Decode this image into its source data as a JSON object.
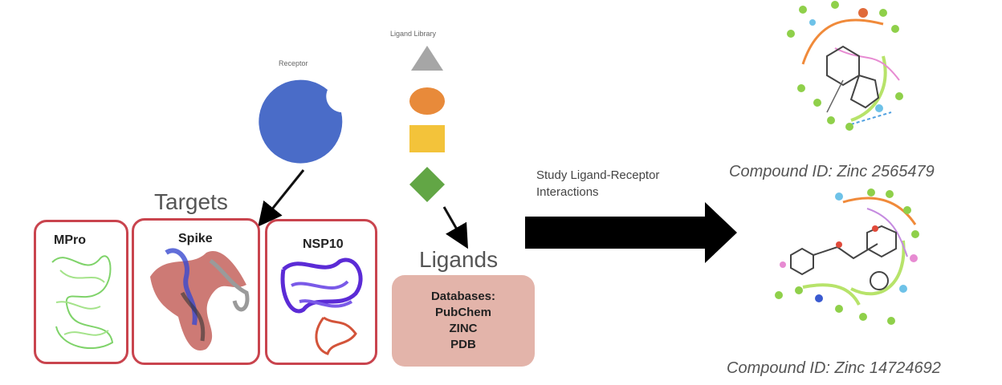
{
  "receptor_label": "Receptor",
  "ligand_library_label": "Ligand Library",
  "targets_label": "Targets",
  "ligands_label": "Ligands",
  "targets": [
    {
      "name": "MPro",
      "color": "#7fd36a"
    },
    {
      "name": "Spike",
      "color": "#c0392b"
    },
    {
      "name": "NSP10",
      "color": "#5b2bd6"
    }
  ],
  "databases": {
    "title": "Databases:",
    "items": [
      "PubChem",
      "ZINC",
      "PDB"
    ]
  },
  "study_label": "Study Ligand-Receptor Interactions",
  "compounds": [
    {
      "label": "Compound ID: Zinc 2565479"
    },
    {
      "label": "Compound ID: Zinc 14724692"
    }
  ],
  "colors": {
    "receptor": "#4a6cc8",
    "triangle": "#a6a6a6",
    "ellipse": "#e88a3a",
    "square": "#f3c33a",
    "diamond": "#62a645",
    "box_border": "#c9444e",
    "db_box": "#e3b4aa",
    "arrow": "#000000"
  }
}
